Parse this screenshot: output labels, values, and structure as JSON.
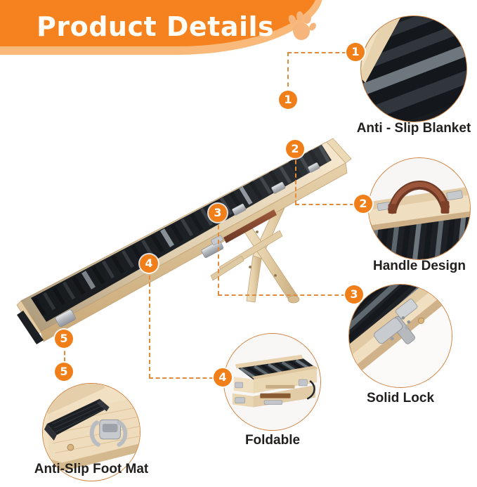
{
  "header": {
    "title": "Product Details",
    "paw_icon": "paw-print-icon",
    "banner_color": "#f5821f",
    "banner_shadow_color": "#f9b97a",
    "title_color": "#fffdf8"
  },
  "theme": {
    "accent": "#f07f1a",
    "connector": "#e08a3c",
    "callout_border": "#d2803c",
    "label_color": "#211f1e",
    "wood_light": "#efdcbc",
    "wood_mid": "#d9bd8f",
    "wood_dark": "#b89564",
    "carpet_dark": "#22262b",
    "carpet_light": "#8e969e",
    "metal": "#b9bdc2",
    "leather": "#8a4a32"
  },
  "product": {
    "name": "folding-wooden-dog-ramp",
    "description": "Wooden folding pet ramp with dark anti-slip carpet treads and folding support legs",
    "markers": [
      1,
      2,
      3,
      4,
      5
    ]
  },
  "callouts": [
    {
      "number": "1",
      "label": "Anti - Slip Blanket",
      "photo": "anti-slip-blanket-closeup"
    },
    {
      "number": "2",
      "label": "Handle Design",
      "photo": "leather-handle-closeup"
    },
    {
      "number": "3",
      "label": "Solid Lock",
      "photo": "metal-latch-closeup"
    },
    {
      "number": "4",
      "label": "Foldable",
      "photo": "folded-ramp-closeup"
    },
    {
      "number": "5",
      "label": "Anti-Slip Foot Mat",
      "photo": "rubber-foot-mat-closeup"
    }
  ]
}
